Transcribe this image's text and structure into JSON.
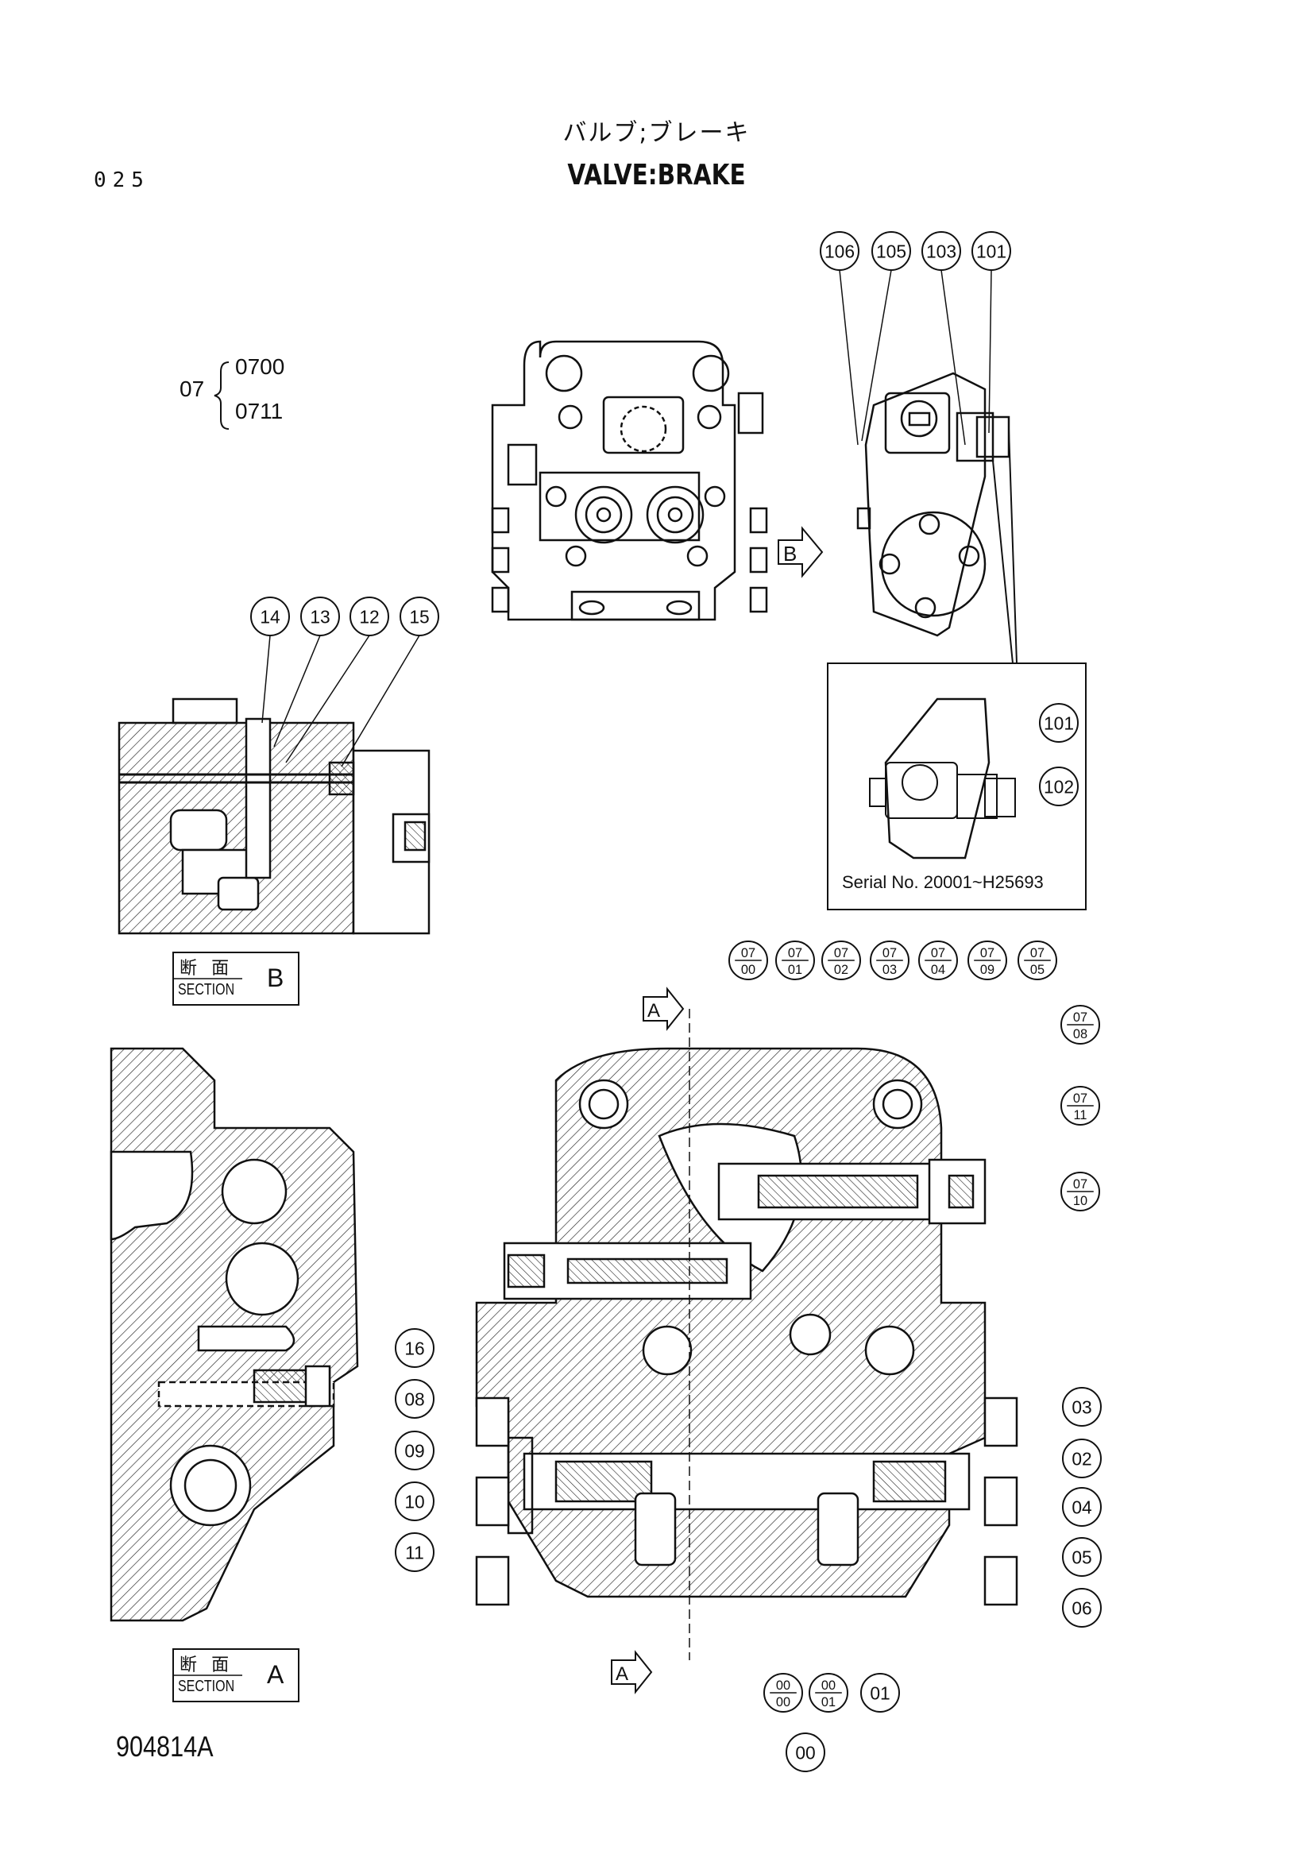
{
  "page_number": "025",
  "title_jp": "バルブ;ブレーキ",
  "title_en": "VALVE:BRAKE",
  "drawing_number": "904814A",
  "group": {
    "id": "07",
    "members": [
      "0700",
      "0711"
    ]
  },
  "serial_note": "Serial No. 20001~H25693",
  "sections": {
    "b": {
      "label_jp": "断 面",
      "label_en": "SECTION",
      "letter": "B"
    },
    "a": {
      "label_jp": "断 面",
      "label_en": "SECTION",
      "letter": "A"
    }
  },
  "view_markers": {
    "b": "B",
    "a": "A"
  },
  "callouts": {
    "top_side": [
      "106",
      "105",
      "103",
      "101"
    ],
    "serial_detail": [
      "101",
      "102"
    ],
    "section_b": [
      "14",
      "13",
      "12",
      "15"
    ],
    "section_a": [
      "16",
      "08",
      "09",
      "10",
      "11"
    ],
    "main_top": [
      {
        "a": "07",
        "b": "00"
      },
      {
        "a": "07",
        "b": "01"
      },
      {
        "a": "07",
        "b": "02"
      },
      {
        "a": "07",
        "b": "03"
      },
      {
        "a": "07",
        "b": "04"
      },
      {
        "a": "07",
        "b": "09"
      },
      {
        "a": "07",
        "b": "05"
      }
    ],
    "main_right_split": [
      {
        "a": "07",
        "b": "08"
      },
      {
        "a": "07",
        "b": "11"
      },
      {
        "a": "07",
        "b": "10"
      }
    ],
    "main_right": [
      "03",
      "02",
      "04",
      "05",
      "06"
    ],
    "main_bottom_split": [
      {
        "a": "00",
        "b": "00"
      },
      {
        "a": "00",
        "b": "01"
      }
    ],
    "main_bottom": [
      "01",
      "00"
    ]
  }
}
